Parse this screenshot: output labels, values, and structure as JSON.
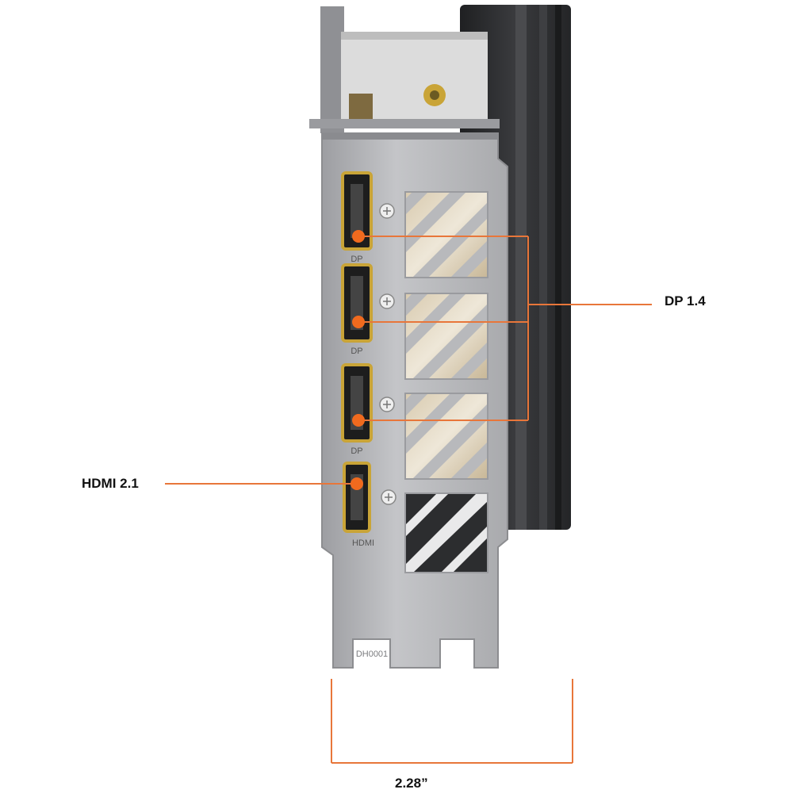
{
  "callouts": {
    "dp_label": "DP 1.4",
    "hdmi_label": "HDMI 2.1",
    "width_dimension": "2.28”"
  },
  "bracket_markings": {
    "port_text_dp": "DP",
    "port_text_hdmi": "HDMI",
    "part_code": "DH0001"
  },
  "ports": [
    {
      "type": "DisplayPort",
      "marking": "DP"
    },
    {
      "type": "DisplayPort",
      "marking": "DP"
    },
    {
      "type": "DisplayPort",
      "marking": "DP"
    },
    {
      "type": "HDMI",
      "marking": "HDMI"
    }
  ],
  "colors": {
    "callout_line": "#e8763a",
    "callout_dot": "#f06a1e",
    "port_gold": "#c9a437",
    "bracket": "#b8b9bc",
    "fan": "#2b2c2e"
  }
}
